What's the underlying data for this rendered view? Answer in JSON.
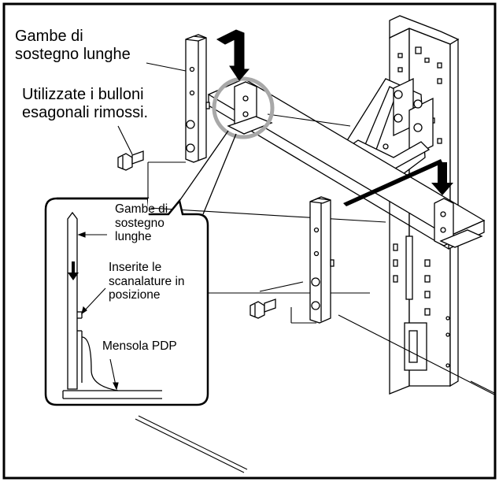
{
  "labels": {
    "long_legs_main": "Gambe di\nsostegno lunghe",
    "use_bolts": "Utilizzate i bulloni\nesagonali rimossi.",
    "long_legs_detail": "Gambe di\nsostegno\nlunghe",
    "insert_grooves": "Inserite le\nscanalature in\nposizione",
    "pdp_bracket": "Mensola PDP"
  },
  "colors": {
    "line": "#000000",
    "highlight_circle": "#a8a8a8",
    "background": "#ffffff"
  }
}
